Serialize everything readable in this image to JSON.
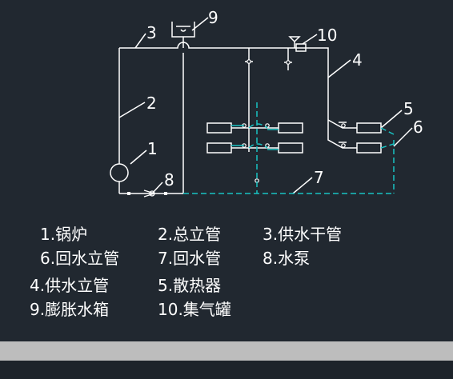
{
  "diagram": {
    "colors": {
      "background": "#212830",
      "supply_line": "#ffffff",
      "return_line": "#19c3c3",
      "status_bar": "#bdbdbd"
    },
    "callouts": [
      "1",
      "2",
      "3",
      "4",
      "5",
      "6",
      "7",
      "8",
      "9",
      "10"
    ]
  },
  "legend": [
    "1.锅炉",
    "2.总立管",
    "3.供水干管",
    "6.回水立管",
    "7.回水管",
    "8.水泵",
    "4.供水立管",
    "5.散热器",
    "9.膨胀水箱",
    "10.集气罐"
  ]
}
